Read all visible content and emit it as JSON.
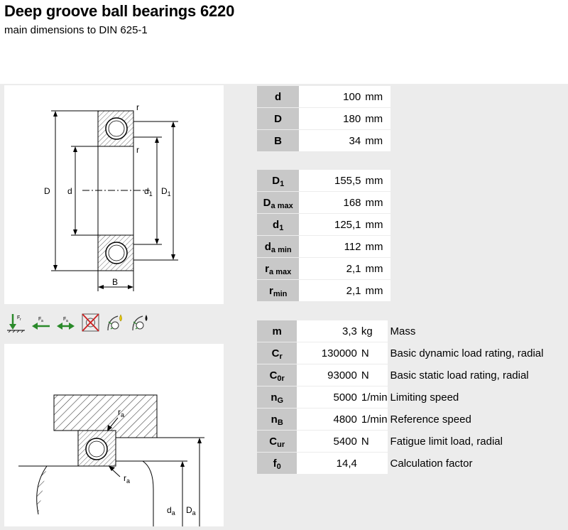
{
  "header": {
    "title": "Deep groove ball bearings 6220",
    "subtitle": "main dimensions to DIN 625-1"
  },
  "figure1": {
    "labels": {
      "r_top": "r",
      "r_mid": "r",
      "D": "D",
      "d": "d",
      "d1_main": "d",
      "d1_sub": "1",
      "D1_main": "D",
      "D1_sub": "1",
      "B": "B"
    }
  },
  "figure2": {
    "labels": {
      "ra_top_main": "r",
      "ra_top_sub": "a",
      "ra_bot_main": "r",
      "ra_bot_sub": "a",
      "da_main": "d",
      "da_sub": "a",
      "Da_main": "D",
      "Da_sub": "a"
    }
  },
  "icons": [
    {
      "name": "radial-load-icon",
      "label": "F",
      "sub": "r"
    },
    {
      "name": "axial-load-one-direction-icon",
      "label": "F",
      "sub": "a"
    },
    {
      "name": "axial-load-both-directions-icon",
      "label": "F",
      "sub": "a"
    },
    {
      "name": "not-suitable-icon"
    },
    {
      "name": "oil-lubrication-icon"
    },
    {
      "name": "grease-lubrication-icon"
    }
  ],
  "main_dimensions": [
    {
      "sym": "d",
      "sub": "",
      "value": "100",
      "unit": "mm"
    },
    {
      "sym": "D",
      "sub": "",
      "value": "180",
      "unit": "mm"
    },
    {
      "sym": "B",
      "sub": "",
      "value": "34",
      "unit": "mm"
    }
  ],
  "mounting_dimensions": [
    {
      "sym": "D",
      "sub": "1",
      "value": "155,5",
      "unit": "mm"
    },
    {
      "sym": "D",
      "sub": "a max",
      "value": "168",
      "unit": "mm"
    },
    {
      "sym": "d",
      "sub": "1",
      "value": "125,1",
      "unit": "mm"
    },
    {
      "sym": "d",
      "sub": "a min",
      "value": "112",
      "unit": "mm"
    },
    {
      "sym": "r",
      "sub": "a max",
      "value": "2,1",
      "unit": "mm"
    },
    {
      "sym": "r",
      "sub": "min",
      "value": "2,1",
      "unit": "mm"
    }
  ],
  "ratings": [
    {
      "sym": "m",
      "sub": "",
      "value": "3,3",
      "unit": "kg",
      "desc": "Mass"
    },
    {
      "sym": "C",
      "sub": "r",
      "value": "130000",
      "unit": "N",
      "desc": "Basic dynamic load rating, radial"
    },
    {
      "sym": "C",
      "sub": "0r",
      "value": "93000",
      "unit": "N",
      "desc": "Basic static load rating, radial"
    },
    {
      "sym": "n",
      "sub": "G",
      "value": "5000",
      "unit": "1/min",
      "desc": "Limiting speed"
    },
    {
      "sym": "n",
      "sub": "B",
      "value": "4800",
      "unit": "1/min",
      "desc": "Reference speed"
    },
    {
      "sym": "C",
      "sub": "ur",
      "value": "5400",
      "unit": "N",
      "desc": "Fatigue limit load, radial"
    },
    {
      "sym": "f",
      "sub": "0",
      "value": "14,4",
      "unit": "",
      "desc": "Calculation factor"
    }
  ]
}
